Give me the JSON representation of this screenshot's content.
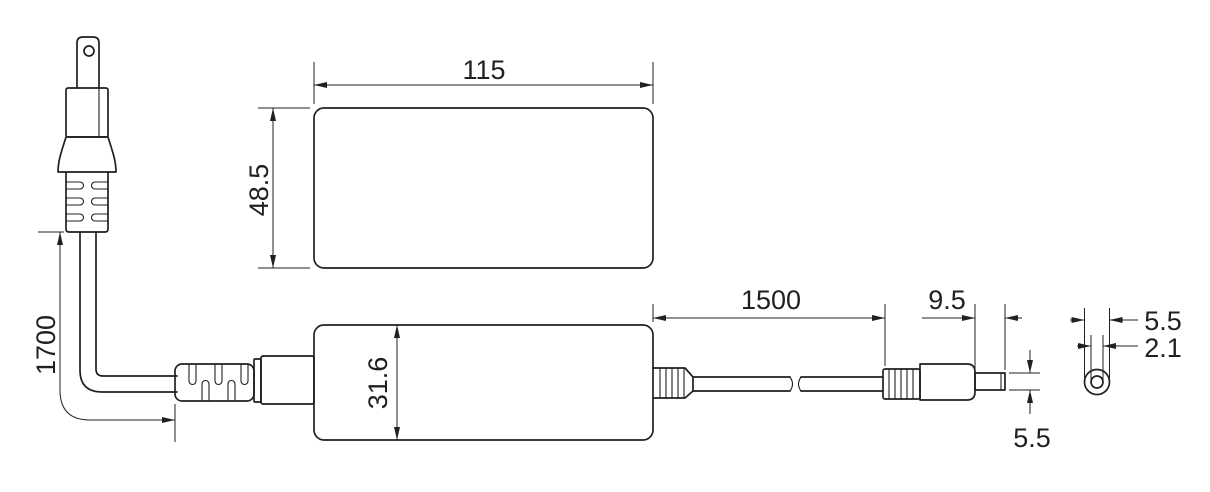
{
  "colors": {
    "line": "#231f20",
    "background": "#ffffff"
  },
  "dimensions": {
    "body_length": "115",
    "body_width": "48.5",
    "body_height": "31.6",
    "ac_cord_length": "1700",
    "dc_cord_length": "1500",
    "dc_plug_length": "9.5",
    "dc_plug_diameter": "5.5",
    "dc_plug_outer_diameter": "5.5",
    "dc_plug_inner_diameter": "2.1"
  }
}
